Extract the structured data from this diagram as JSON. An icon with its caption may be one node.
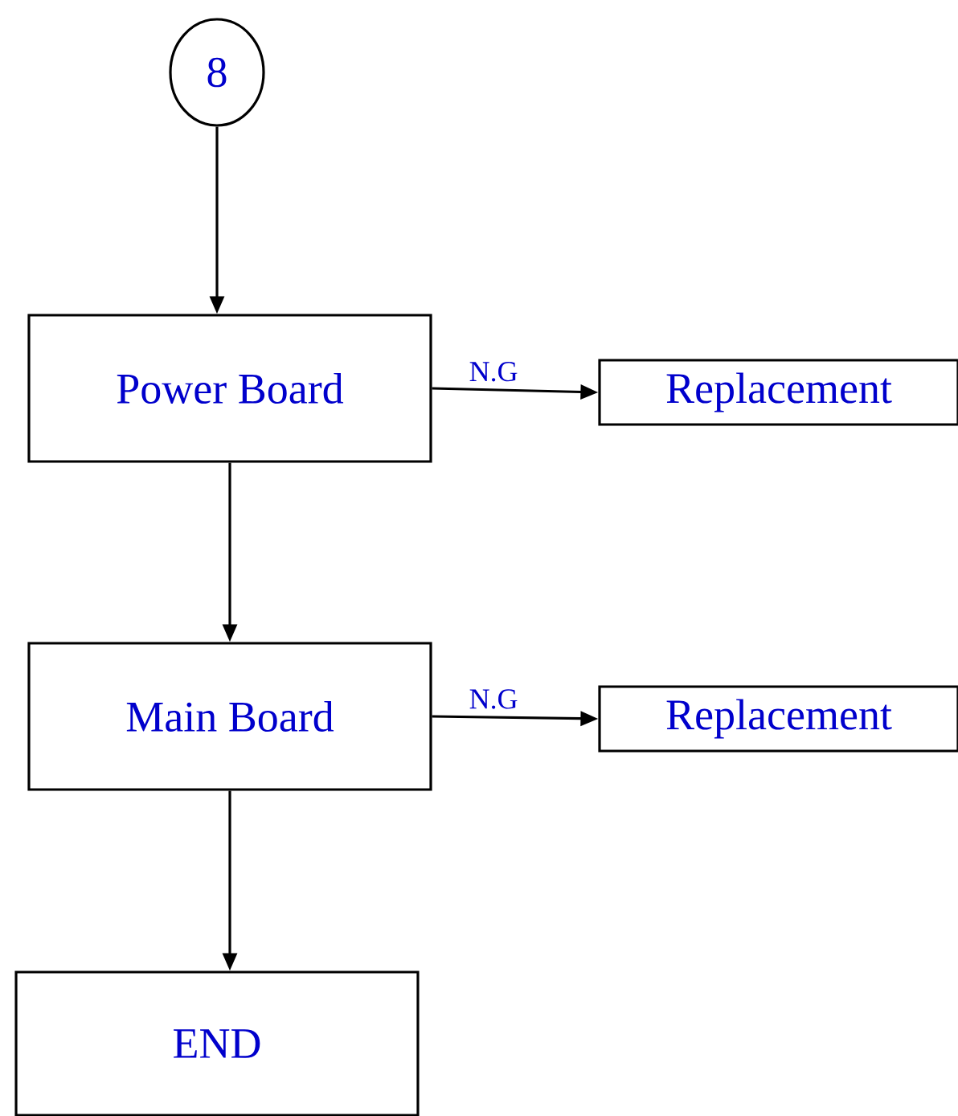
{
  "diagram": {
    "nodes": [
      {
        "text": [
          "8"
        ]
      },
      {
        "text": [
          "Power Board"
        ]
      },
      {
        "text": [
          "Replacement"
        ]
      },
      {
        "text": [
          "Main Board"
        ]
      },
      {
        "text": [
          "Replacement"
        ]
      },
      {
        "text": [
          "END"
        ]
      }
    ],
    "edges": [
      {
        "from": 0,
        "to": 1,
        "arrow": "to"
      },
      {
        "from": 1,
        "to": 2,
        "arrow": "to",
        "label": "N.G"
      },
      {
        "from": 1,
        "to": 3,
        "arrow": "to"
      },
      {
        "from": 3,
        "to": 4,
        "arrow": "to",
        "label": "N.G"
      },
      {
        "from": 3,
        "to": 5,
        "arrow": "to"
      }
    ]
  }
}
